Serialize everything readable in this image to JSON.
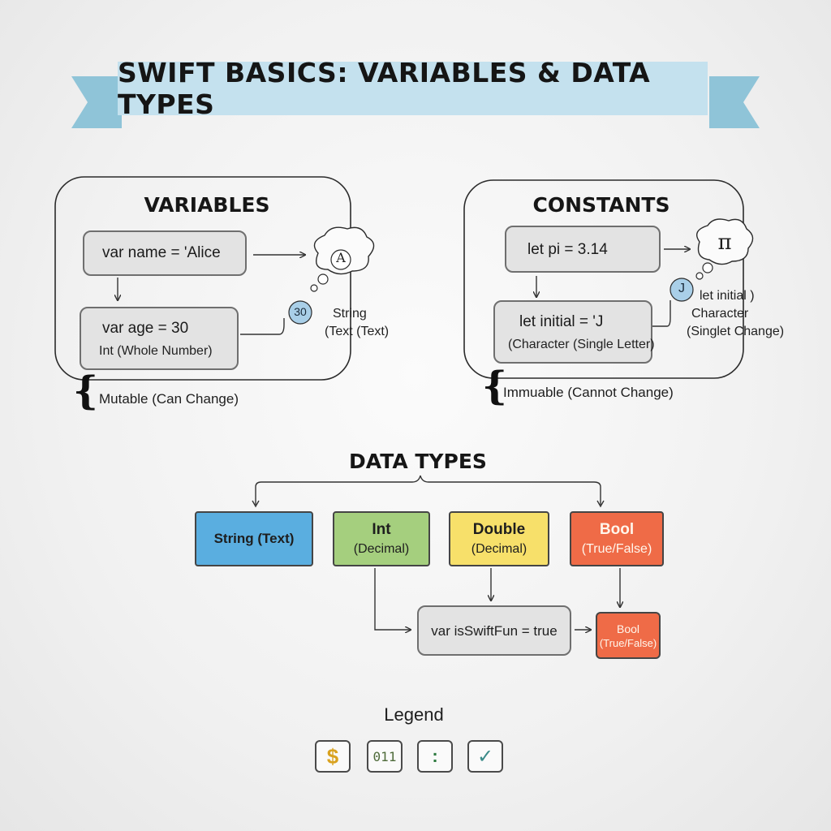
{
  "title": "SWIFT BASICS: VARIABLES & DATA TYPES",
  "variables": {
    "heading": "VARIABLES",
    "name_code": "var name = 'Alice",
    "age_code": "var age = 30",
    "age_type": "Int (Whole Number)",
    "bubble_letter": "A",
    "bubble_number": "30",
    "string_label_1": "String",
    "string_label_2": "(Text (Text)",
    "footer": "Mutable (Can Change)"
  },
  "constants": {
    "heading": "CONSTANTS",
    "pi_code": "let pi = 3.14",
    "initial_code": "let initial = 'J",
    "initial_type": "(Character (Single Letter)",
    "bubble_symbol": "π",
    "bubble_letter": "J",
    "note_1": "let initial )",
    "note_2": "Character",
    "note_3": "(Singlet Change)",
    "footer": "Immuable (Cannot Change)"
  },
  "data_types": {
    "heading": "DATA TYPES",
    "types": [
      {
        "main": "String (Text)",
        "sub": "",
        "color": "#5aaee0"
      },
      {
        "main": "Int",
        "sub": "(Decimal)",
        "color": "#a5cf7e"
      },
      {
        "main": "Double",
        "sub": "(Decimal)",
        "color": "#f7e06a"
      },
      {
        "main": "Bool",
        "sub": "(True/False)",
        "color": "#ef6b47"
      }
    ],
    "bool_code": "var isSwiftFun = true",
    "bool_result_main": "Bool",
    "bool_result_sub": "(True/False)"
  },
  "legend": {
    "heading": "Legend",
    "icons": [
      {
        "name": "dollar-icon",
        "glyph": "$",
        "color": "#d9a21f"
      },
      {
        "name": "binary-icon",
        "glyph": "011",
        "color": "#4f6b3a"
      },
      {
        "name": "colon-icon",
        "glyph": ":",
        "color": "#2d7a3f"
      },
      {
        "name": "checkmark-icon",
        "glyph": "✓",
        "color": "#3a8a88"
      }
    ]
  }
}
